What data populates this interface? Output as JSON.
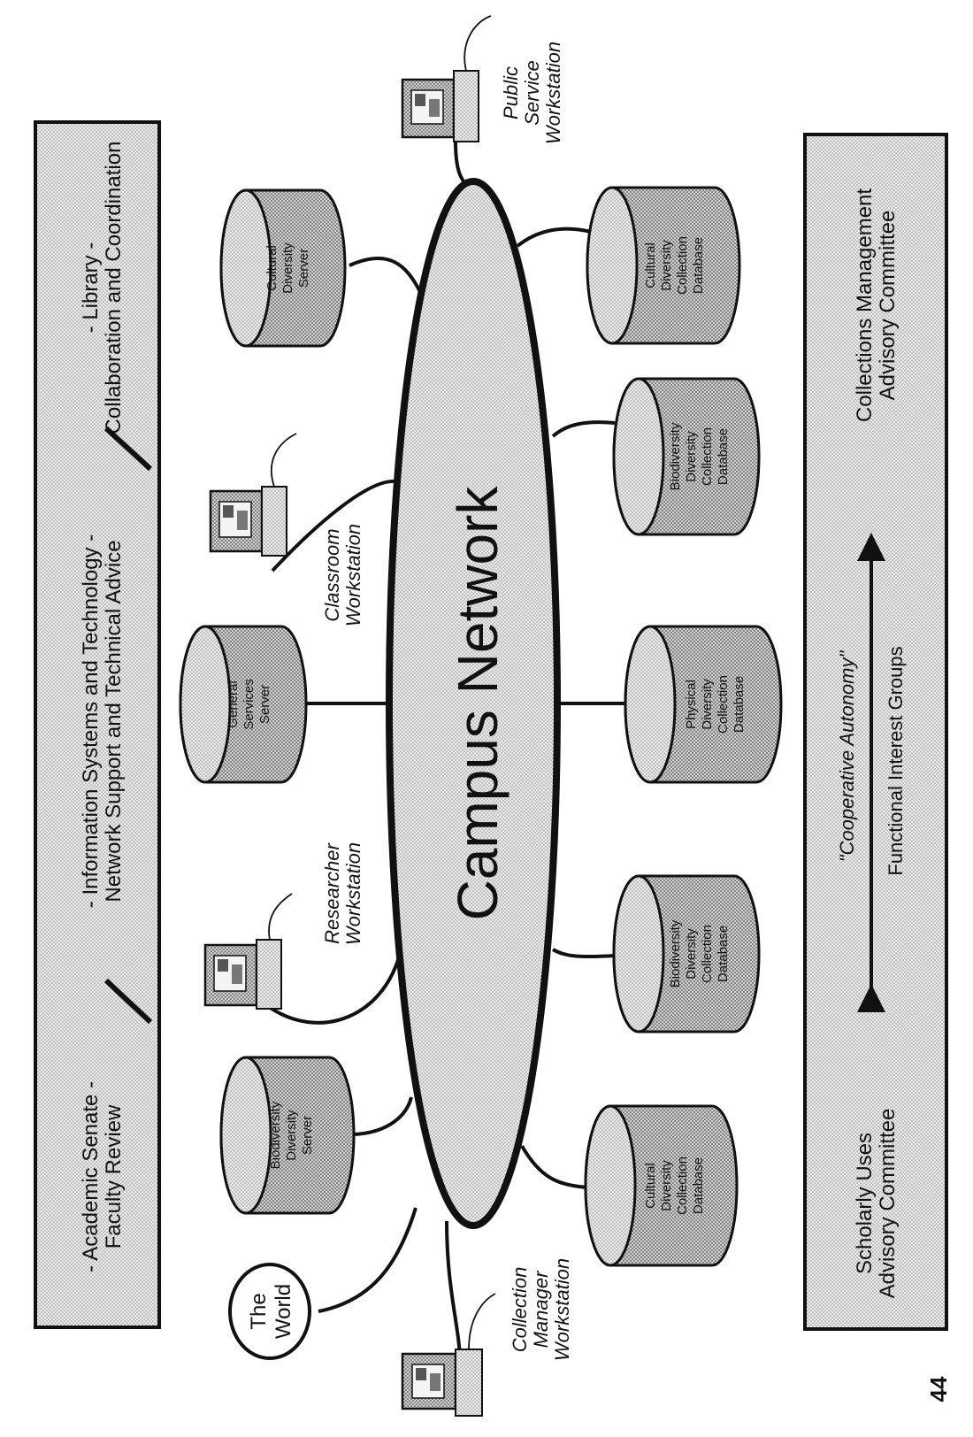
{
  "top_bar": {
    "academic_line1": "- Academic Senate -",
    "academic_line2": "Faculty Review",
    "ist_line1": "- Information Systems and Technology -",
    "ist_line2": "Network Support and Technical Advice",
    "library_line1": "- Library -",
    "library_line2": "Collaboration and Coordination"
  },
  "bottom_bar": {
    "scholarly_line1": "Scholarly Uses",
    "scholarly_line2": "Advisory Committee",
    "cooperative": "\"Cooperative Autonomy\"",
    "functional": "Functional Interest Groups",
    "collections_line1": "Collections Management",
    "collections_line2": "Advisory Committee"
  },
  "network": {
    "label": "Campus Network"
  },
  "world": {
    "line1": "The",
    "line2": "World"
  },
  "servers": [
    {
      "line1": "Biodiversity",
      "line2": "Diversity",
      "line3": "Server"
    },
    {
      "line1": "General",
      "line2": "Services",
      "line3": "Server"
    },
    {
      "line1": "Cultural",
      "line2": "Diversity",
      "line3": "Server"
    }
  ],
  "databases": [
    {
      "line1": "Cultural",
      "line2": "Diversity",
      "line3": "Collection",
      "line4": "Database"
    },
    {
      "line1": "Biodiversity",
      "line2": "Diversity",
      "line3": "Collection",
      "line4": "Database"
    },
    {
      "line1": "Physical",
      "line2": "Diversity",
      "line3": "Collection",
      "line4": "Database"
    },
    {
      "line1": "Biodiversity",
      "line2": "Diversity",
      "line3": "Collection",
      "line4": "Database"
    },
    {
      "line1": "Cultural",
      "line2": "Diversity",
      "line3": "Collection",
      "line4": "Database"
    }
  ],
  "workstations": [
    {
      "line1": "Collection",
      "line2": "Manager",
      "line3": "Workstation"
    },
    {
      "line1": "Researcher",
      "line2": "Workstation"
    },
    {
      "line1": "Classroom",
      "line2": "Workstation"
    },
    {
      "line1": "Public",
      "line2": "Service",
      "line3": "Workstation"
    }
  ],
  "page_number": "44"
}
